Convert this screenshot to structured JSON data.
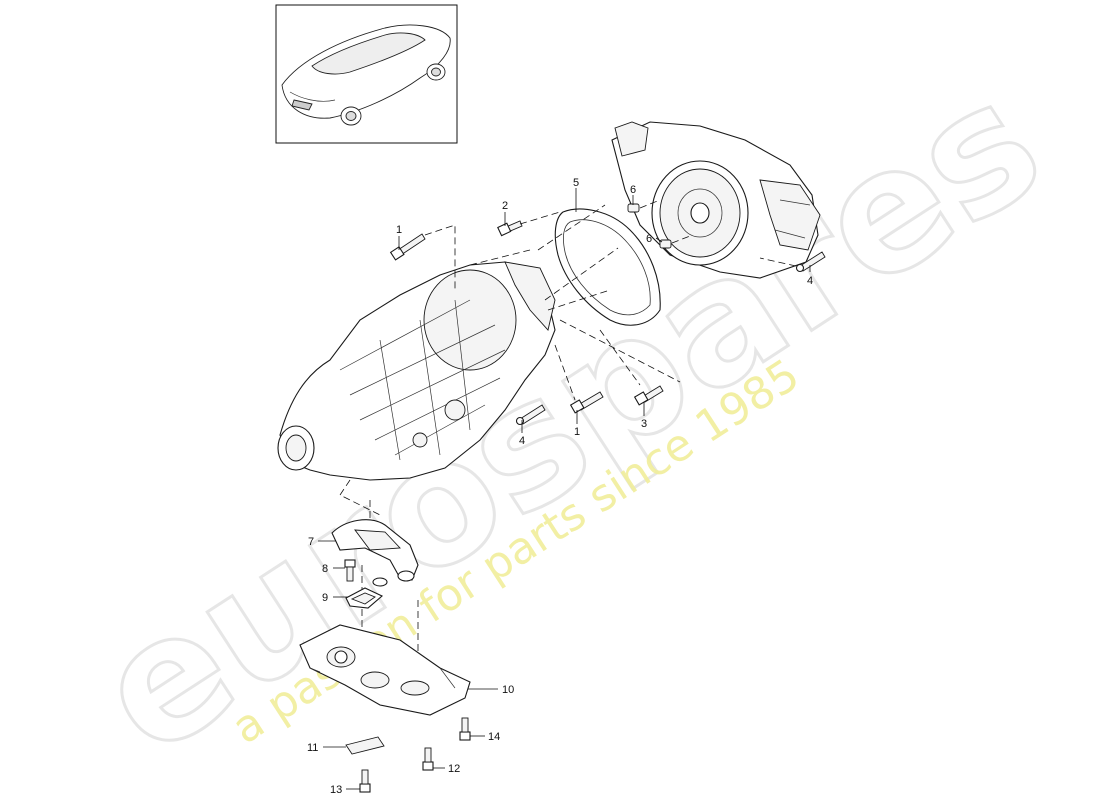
{
  "watermark": {
    "brand": "eurospares",
    "tagline": "a passion for parts since 1985",
    "brand_color": "#e6e6e6",
    "tagline_color": "#f1ee9b"
  },
  "thumbnail": {
    "icon": "car-thumbnail-icon"
  },
  "callouts": [
    {
      "id": "1a",
      "text": "1"
    },
    {
      "id": "2",
      "text": "2"
    },
    {
      "id": "5",
      "text": "5"
    },
    {
      "id": "6a",
      "text": "6"
    },
    {
      "id": "6b",
      "text": "6"
    },
    {
      "id": "4a",
      "text": "4"
    },
    {
      "id": "4b",
      "text": "4"
    },
    {
      "id": "1b",
      "text": "1"
    },
    {
      "id": "3",
      "text": "3"
    },
    {
      "id": "7",
      "text": "7"
    },
    {
      "id": "8",
      "text": "8"
    },
    {
      "id": "9",
      "text": "9"
    },
    {
      "id": "10",
      "text": "10"
    },
    {
      "id": "11",
      "text": "11"
    },
    {
      "id": "12",
      "text": "12"
    },
    {
      "id": "13",
      "text": "13"
    },
    {
      "id": "14",
      "text": "14"
    }
  ]
}
